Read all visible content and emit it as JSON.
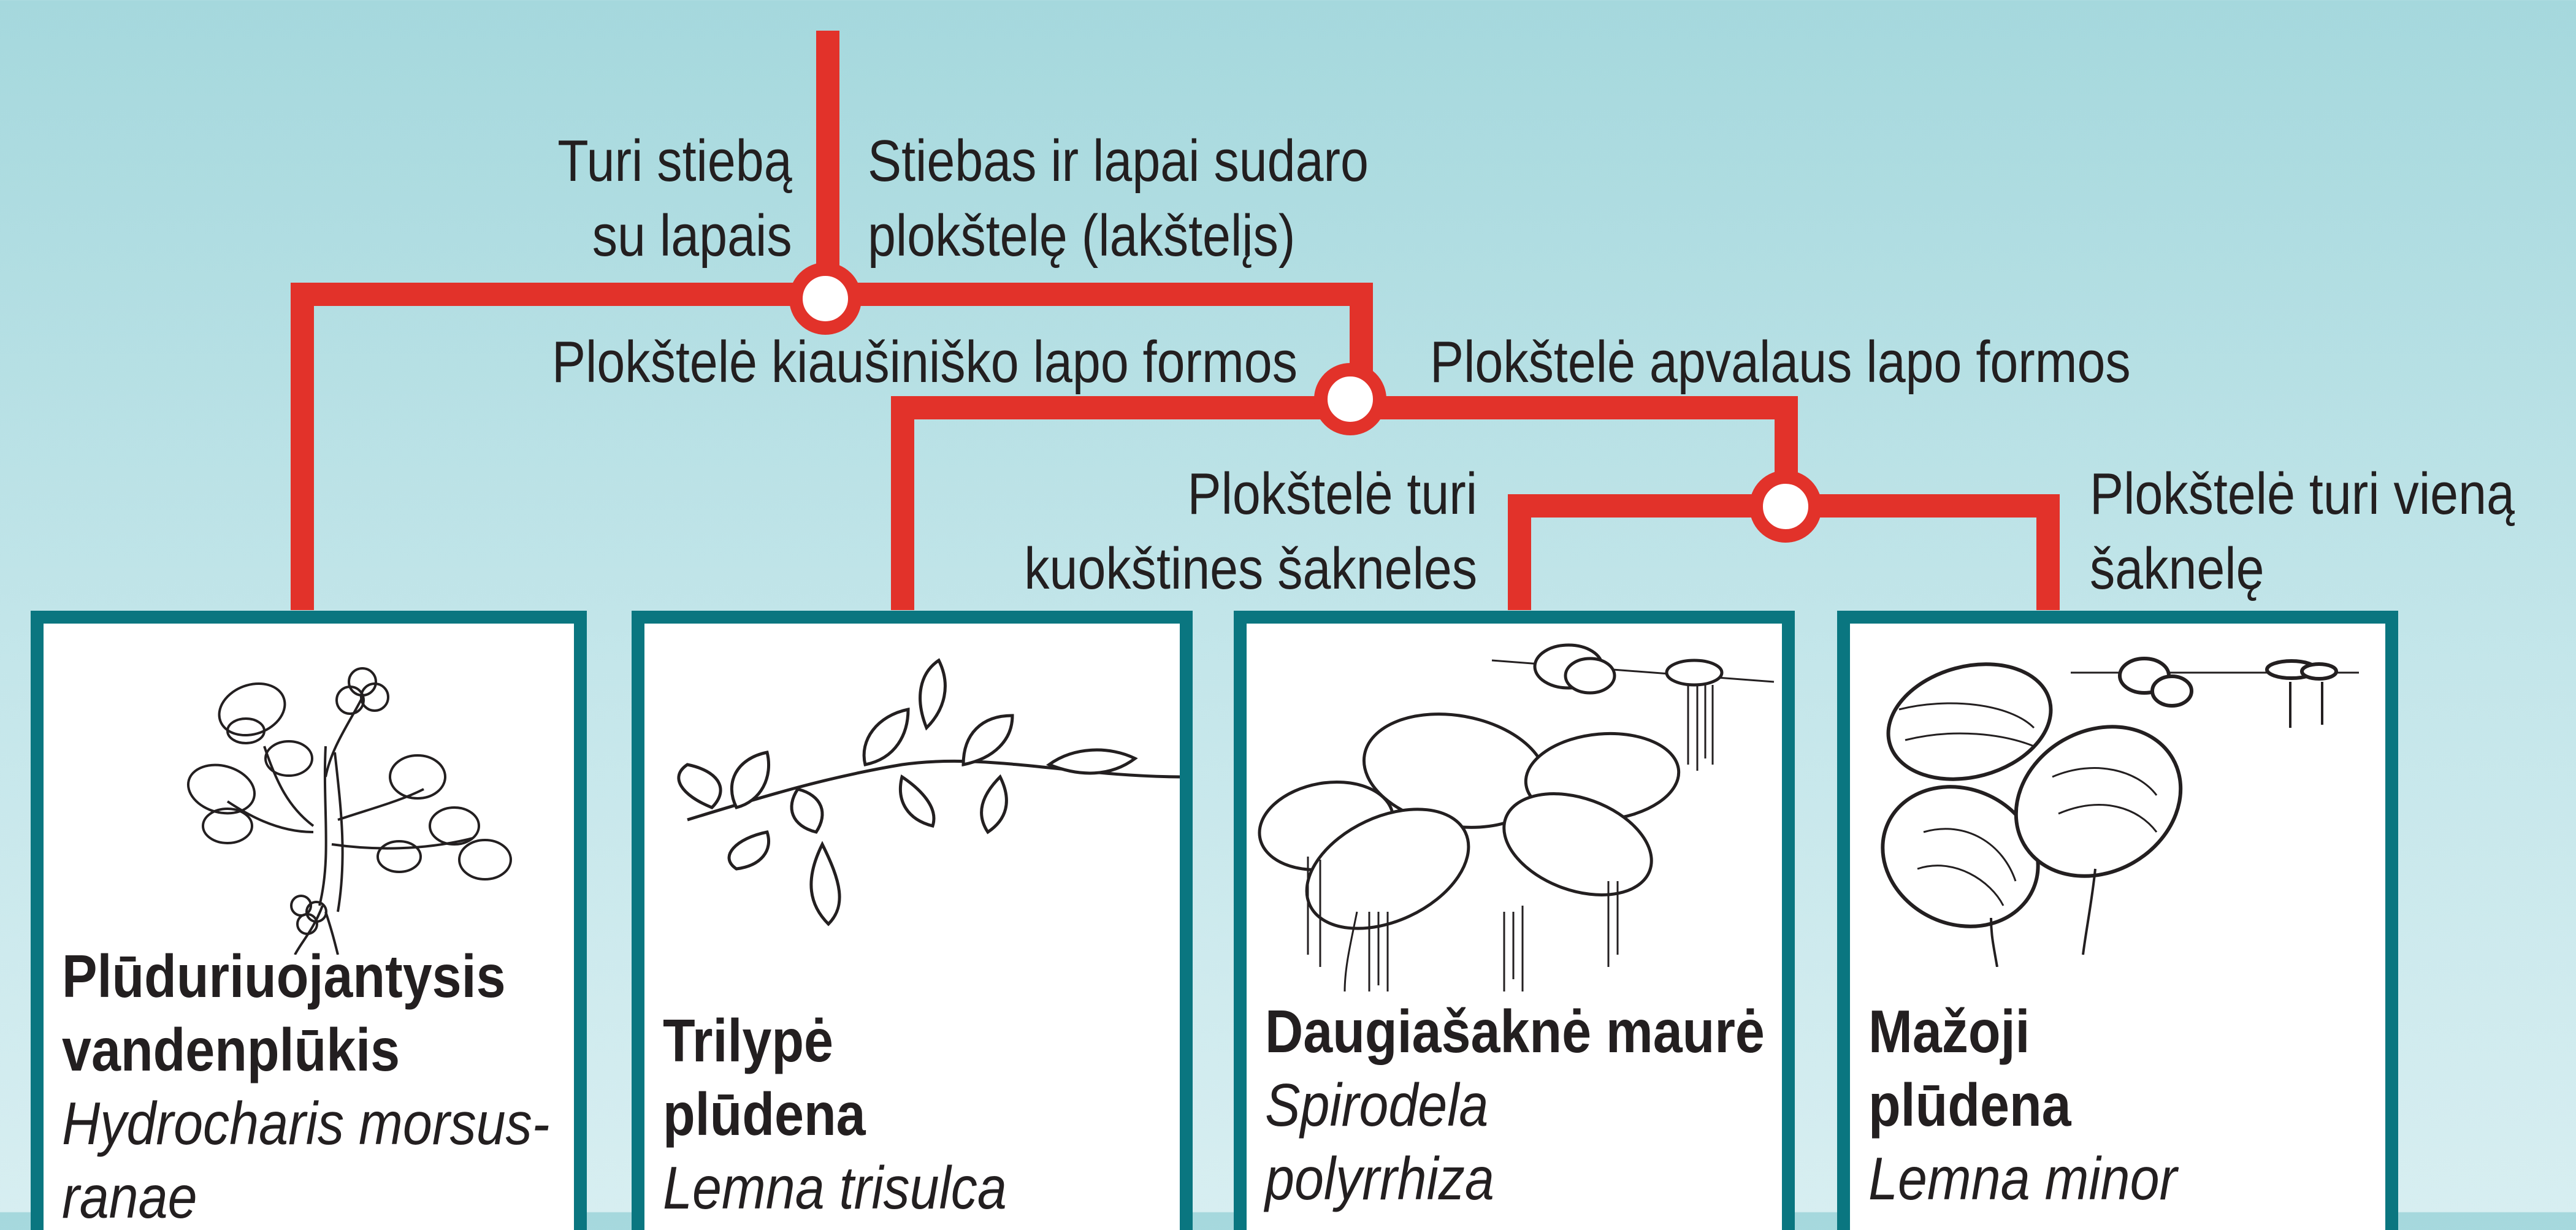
{
  "colors": {
    "background": "#a5d8dd",
    "lines": "#e2322a",
    "card_border": "#0a7680",
    "card_fill": "#ffffff",
    "text": "#231f20"
  },
  "branches": {
    "stem_leaves": "Turi stiebą\nsu lapais",
    "thallus": "Stiebas ir lapai sudaro\nplokštelę (lakštelįs)",
    "ovate": "Plokštelė kiaušiniško lapo formos",
    "round": "Plokštelė apvalaus lapo formos",
    "clustered_roots": "Plokštelė turi\nkuokštines šakneles",
    "single_root": "Plokštelė turi vieną\nšaknelę"
  },
  "species": [
    {
      "name": "Plūduriuojantysis\nvandenplūkis",
      "latin": "Hydrocharis morsus-\nranae",
      "drawing": "hydrocharis-drawing"
    },
    {
      "name": "Trilypė\nplūdena",
      "latin": "Lemna trisulca",
      "drawing": "lemna-trisulca-drawing"
    },
    {
      "name": "Daugiašaknė maurė",
      "latin": "Spirodela\npolyrrhiza",
      "drawing": "spirodela-drawing"
    },
    {
      "name": "Mažoji\nplūdena",
      "latin": "Lemna minor",
      "drawing": "lemna-minor-drawing"
    }
  ]
}
